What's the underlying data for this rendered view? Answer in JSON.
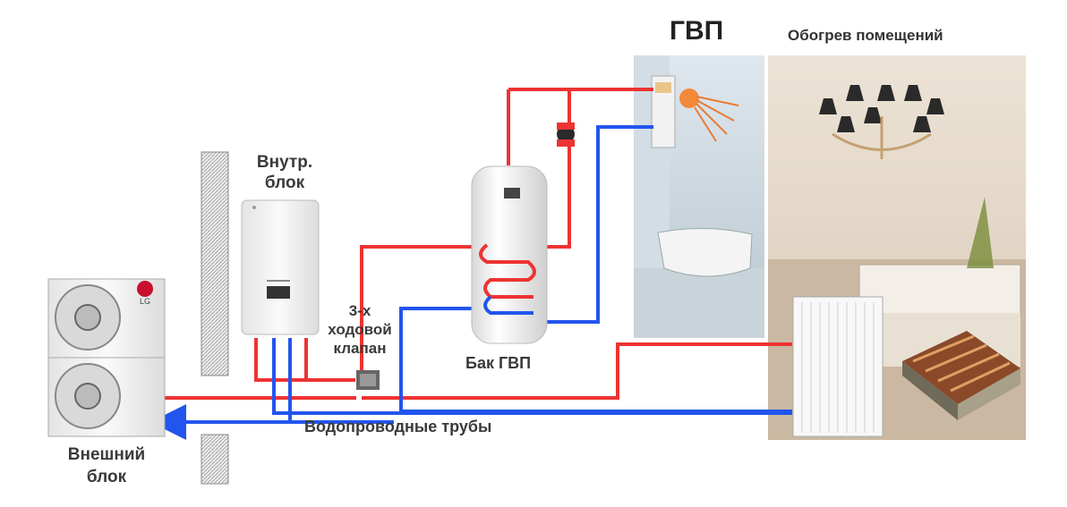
{
  "labels": {
    "dhw": "ГВП",
    "space_heating": "Обогрев помещений",
    "indoor_unit": "Внутр. блок",
    "valve": "3-х ходовой клапан",
    "tank": "Бак ГВП",
    "pipes": "Водопроводные трубы",
    "outdoor_unit": "Внешний блок"
  },
  "outdoor_brand": "LG",
  "colors": {
    "supply": "#ee3333",
    "return": "#2255ee",
    "wall_fill": "#e5e5e5",
    "label": "#3a3a3a"
  }
}
